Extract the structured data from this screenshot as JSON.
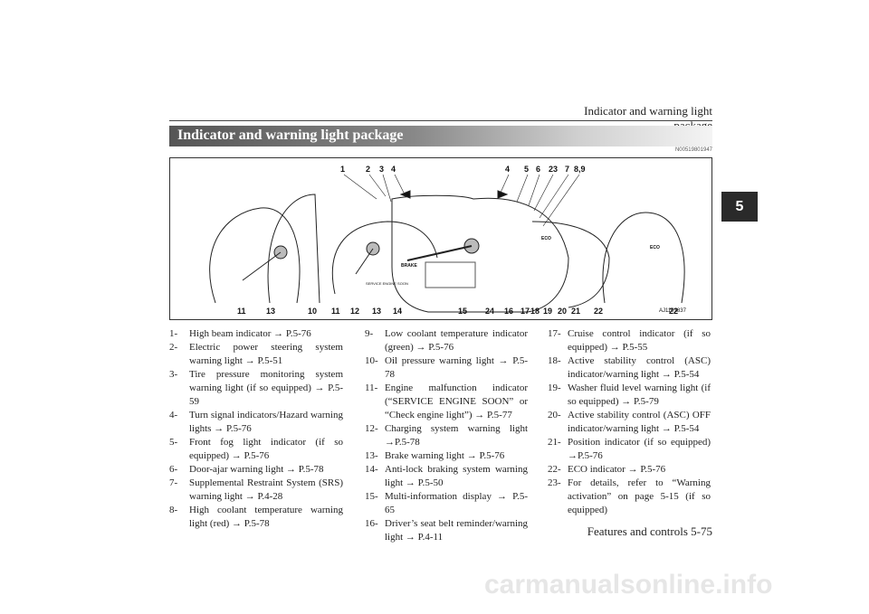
{
  "page": {
    "running_head": "Indicator and warning light package",
    "footer": "Features and controls    5-75",
    "chapter_tab": "5",
    "section_title": "Indicator and warning light package",
    "doc_id": "N00519801947",
    "watermark": "carmanualsonline.info"
  },
  "figure": {
    "image_id": "AJ1101837",
    "callouts_top": [
      "1",
      "2",
      "3",
      "4",
      "4",
      "5",
      "6",
      "23",
      "7",
      "8,9"
    ],
    "callouts_bottom": [
      "11",
      "13",
      "10",
      "11",
      "12",
      "13",
      "14",
      "15",
      "24",
      "16",
      "17",
      "18",
      "19",
      "20",
      "21",
      "22",
      "22"
    ],
    "gauge_labels": {
      "service": "SERVICE ENGINE SOON",
      "brake": "BRAKE",
      "eco": "ECO",
      "eco_right": "ECO"
    }
  },
  "legend": [
    [
      {
        "num": "1-",
        "text": "High beam indicator → P.5-76"
      },
      {
        "num": "2-",
        "text": "Electric power steering system warning light → P.5-51"
      },
      {
        "num": "3-",
        "text": "Tire pressure monitoring system warning light (if so equipped) → P.5-59"
      },
      {
        "num": "4-",
        "text": "Turn signal indicators/Hazard warning lights → P.5-76"
      },
      {
        "num": "5-",
        "text": "Front fog light indicator (if so equipped) → P.5-76"
      },
      {
        "num": "6-",
        "text": "Door-ajar warning light → P.5-78"
      },
      {
        "num": "7-",
        "text": "Supplemental Restraint System (SRS) warning light → P.4-28"
      },
      {
        "num": "8-",
        "text": "High coolant temperature warning light (red) → P.5-78"
      }
    ],
    [
      {
        "num": "9-",
        "text": "Low coolant temperature indicator (green) → P.5-76"
      },
      {
        "num": "10-",
        "text": "Oil pressure warning light → P.5-78"
      },
      {
        "num": "11-",
        "text": "Engine malfunction indicator (“SERVICE ENGINE SOON” or “Check engine light”) → P.5-77"
      },
      {
        "num": "12-",
        "text": "Charging system warning light →P.5-78"
      },
      {
        "num": "13-",
        "text": "Brake warning light → P.5-76"
      },
      {
        "num": "14-",
        "text": "Anti-lock braking system warning light → P.5-50"
      },
      {
        "num": "15-",
        "text": "Multi-information display → P.5-65"
      },
      {
        "num": "16-",
        "text": "Driver’s seat belt reminder/warning light → P.4-11"
      }
    ],
    [
      {
        "num": "17-",
        "text": "Cruise control indicator (if so equipped) → P.5-55"
      },
      {
        "num": "18-",
        "text": "Active stability control (ASC) indicator/warning light → P.5-54"
      },
      {
        "num": "19-",
        "text": "Washer fluid level warning light (if so equipped) → P.5-79"
      },
      {
        "num": "20-",
        "text": "Active stability control (ASC) OFF indicator/warning light → P.5-54"
      },
      {
        "num": "21-",
        "text": "Position indicator (if so equipped) →P.5-76"
      },
      {
        "num": "22-",
        "text": "ECO indicator → P.5-76"
      },
      {
        "num": "23-",
        "text": "For details, refer to “Warning activation” on page 5-15 (if so equipped)"
      }
    ]
  ]
}
